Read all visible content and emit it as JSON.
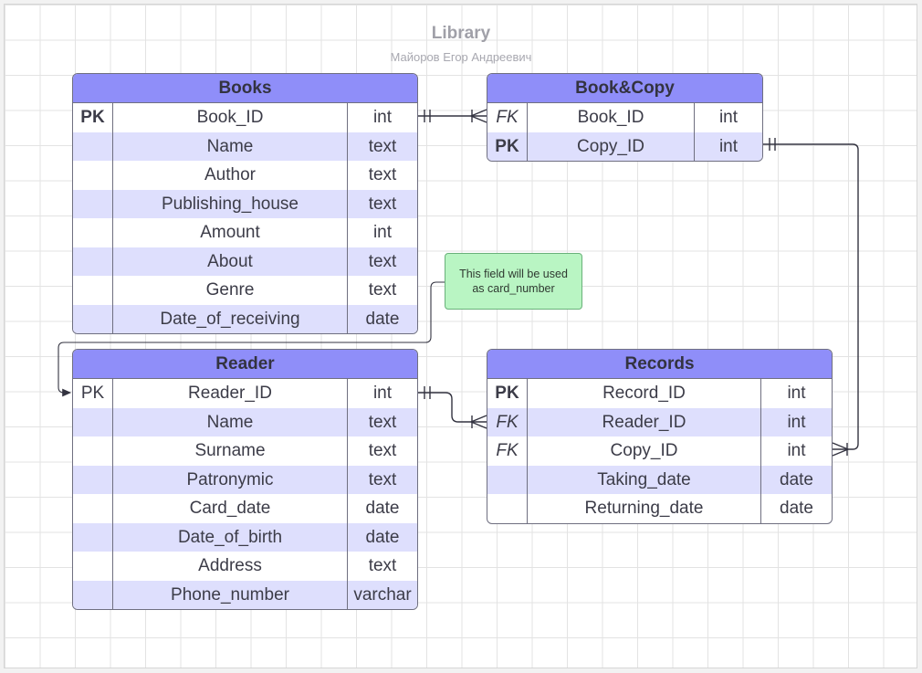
{
  "diagram": {
    "title": "Library",
    "subtitle": "Майоров Егор Андреевич",
    "note": {
      "line1": "This field will be used",
      "line2": "as card_number"
    }
  },
  "entities": {
    "books": {
      "name": "Books",
      "rows": [
        {
          "key": "PK",
          "field": "Book_ID",
          "type": "int"
        },
        {
          "key": "",
          "field": "Name",
          "type": "text"
        },
        {
          "key": "",
          "field": "Author",
          "type": "text"
        },
        {
          "key": "",
          "field": "Publishing_house",
          "type": "text"
        },
        {
          "key": "",
          "field": "Amount",
          "type": "int"
        },
        {
          "key": "",
          "field": "About",
          "type": "text"
        },
        {
          "key": "",
          "field": "Genre",
          "type": "text"
        },
        {
          "key": "",
          "field": "Date_of_receiving",
          "type": "date"
        }
      ]
    },
    "book_copy": {
      "name": "Book&Copy",
      "rows": [
        {
          "key": "FK",
          "field": "Book_ID",
          "type": "int"
        },
        {
          "key": "PK",
          "field": "Copy_ID",
          "type": "int"
        }
      ]
    },
    "reader": {
      "name": "Reader",
      "rows": [
        {
          "key": "PK",
          "field": "Reader_ID",
          "type": "int"
        },
        {
          "key": "",
          "field": "Name",
          "type": "text"
        },
        {
          "key": "",
          "field": "Surname",
          "type": "text"
        },
        {
          "key": "",
          "field": "Patronymic",
          "type": "text"
        },
        {
          "key": "",
          "field": "Card_date",
          "type": "date"
        },
        {
          "key": "",
          "field": "Date_of_birth",
          "type": "date"
        },
        {
          "key": "",
          "field": "Address",
          "type": "text"
        },
        {
          "key": "",
          "field": "Phone_number",
          "type": "varchar"
        }
      ]
    },
    "records": {
      "name": "Records",
      "rows": [
        {
          "key": "PK",
          "field": "Record_ID",
          "type": "int"
        },
        {
          "key": "FK",
          "field": "Reader_ID",
          "type": "int"
        },
        {
          "key": "FK",
          "field": "Copy_ID",
          "type": "int"
        },
        {
          "key": "",
          "field": "Taking_date",
          "type": "date"
        },
        {
          "key": "",
          "field": "Returning_date",
          "type": "date"
        }
      ]
    }
  },
  "colors": {
    "header": "#8f8ef9",
    "alt_row": "#dedffd",
    "note_fill": "#b9f5c3",
    "line": "#333340"
  }
}
